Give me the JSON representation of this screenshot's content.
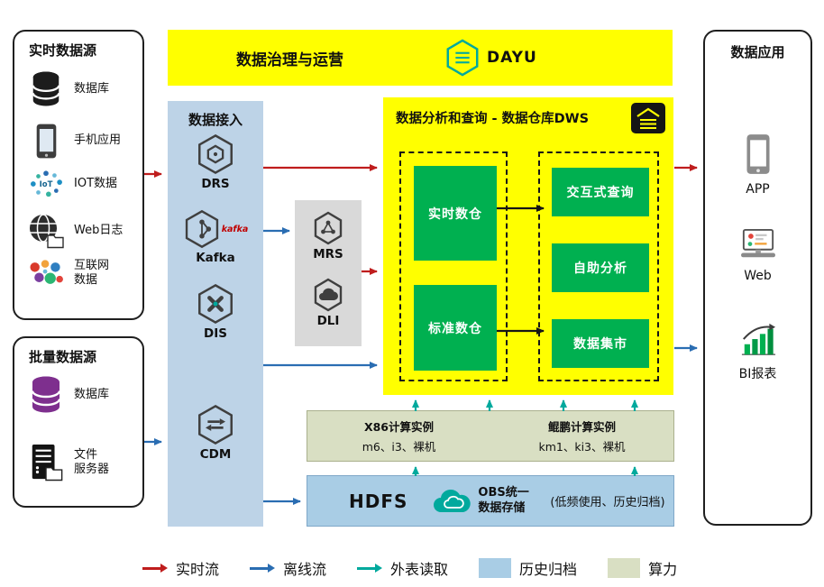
{
  "banner": {
    "title": "数据治理与运营",
    "logo_text": "DAYU"
  },
  "realtime": {
    "title": "实时数据源",
    "items": [
      {
        "label": "数据库"
      },
      {
        "label": "手机应用"
      },
      {
        "label": "IOT数据"
      },
      {
        "label": "Web日志"
      },
      {
        "label": "互联网\n数据"
      }
    ]
  },
  "batch": {
    "title": "批量数据源",
    "items": [
      {
        "label": "数据库"
      },
      {
        "label": "文件\n服务器"
      }
    ]
  },
  "ingestion": {
    "title": "数据接入",
    "items": [
      {
        "label": "DRS"
      },
      {
        "label": "Kafka",
        "badge": "kafka"
      },
      {
        "label": "DIS"
      },
      {
        "label": "CDM"
      }
    ]
  },
  "middleware": {
    "items": [
      {
        "label": "MRS"
      },
      {
        "label": "DLI"
      }
    ]
  },
  "dws": {
    "title": "数据分析和查询 - 数据仓库DWS",
    "left_boxes": [
      {
        "label": "实时数仓"
      },
      {
        "label": "标准数仓"
      }
    ],
    "right_boxes": [
      {
        "label": "交互式查询"
      },
      {
        "label": "自助分析"
      },
      {
        "label": "数据集市"
      }
    ]
  },
  "compute": {
    "x86_title": "X86计算实例",
    "x86_detail": "m6、i3、裸机",
    "kunpeng_title": "鲲鹏计算实例",
    "kunpeng_detail": "km1、ki3、裸机"
  },
  "storage": {
    "hdfs": "HDFS",
    "obs": "OBS统一\n数据存储",
    "note": "(低频使用、历史归档)"
  },
  "apps": {
    "title": "数据应用",
    "items": [
      {
        "label": "APP"
      },
      {
        "label": "Web"
      },
      {
        "label": "BI报表"
      }
    ]
  },
  "legend": {
    "realtime": "实时流",
    "offline": "离线流",
    "external": "外表读取",
    "archive": "历史归档",
    "compute": "算力"
  },
  "colors": {
    "realtime_flow": "#bf1d1d",
    "offline_flow": "#2a6db2",
    "external_read": "#00a99d",
    "dws_fill": "#ffff00",
    "green_box": "#00b050",
    "ingest_fill": "#bdd3e7",
    "middleware_fill": "#d9d9d9",
    "hdfs_fill": "#a9cde5",
    "compute_fill": "#d9dfc3",
    "banner_fill": "#ffff00"
  }
}
